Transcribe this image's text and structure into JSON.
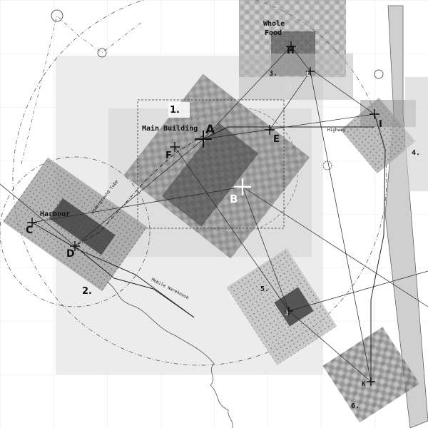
{
  "sites": {
    "s1": "1.",
    "s2": "2.",
    "s3": "3.",
    "s4": "4.",
    "s5": "5.",
    "s6": "6."
  },
  "points": {
    "A": "A",
    "B": "B",
    "C": "C",
    "D": "D",
    "E": "E",
    "F": "F",
    "G": "G",
    "H": "H",
    "I": "I",
    "J": "J",
    "K": "K",
    "L": "L"
  },
  "labels": {
    "main_building": "Main Building",
    "harbour": "Harbour",
    "whole_food_1": "Whole",
    "whole_food_2": "Food",
    "highway": "Highway",
    "underground_tube": "Underground Tube",
    "mobile_warehouse": "Mobile Warehouse"
  }
}
